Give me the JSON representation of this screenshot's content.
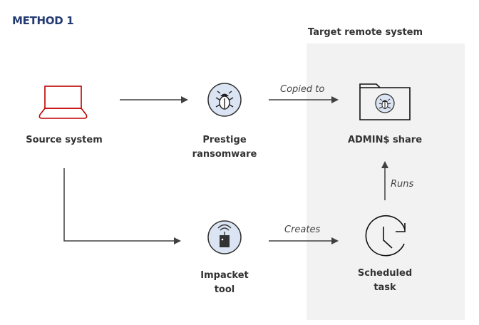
{
  "title": "METHOD 1",
  "panel": {
    "title": "Target remote system",
    "color": "#f2f2f2"
  },
  "nodes": {
    "source": {
      "label": "Source system",
      "icon": "laptop-icon",
      "color": "#c00000"
    },
    "prestige": {
      "label_line1": "Prestige",
      "label_line2": "ransomware",
      "icon": "bug-icon",
      "fill": "#dbe4f3"
    },
    "admin_share": {
      "label": "ADMIN$ share",
      "icon": "folder-bug-icon"
    },
    "impacket": {
      "label_line1": "Impacket",
      "label_line2": "tool",
      "icon": "wireless-device-icon",
      "fill": "#dbe4f3"
    },
    "scheduled_task": {
      "label_line1": "Scheduled",
      "label_line2": "task",
      "icon": "clock-refresh-icon"
    }
  },
  "edges": {
    "copied_to": "Copied to",
    "creates": "Creates",
    "runs": "Runs"
  },
  "colors": {
    "title": "#243a73",
    "arrow": "#404040",
    "icon_stroke": "#222222"
  }
}
